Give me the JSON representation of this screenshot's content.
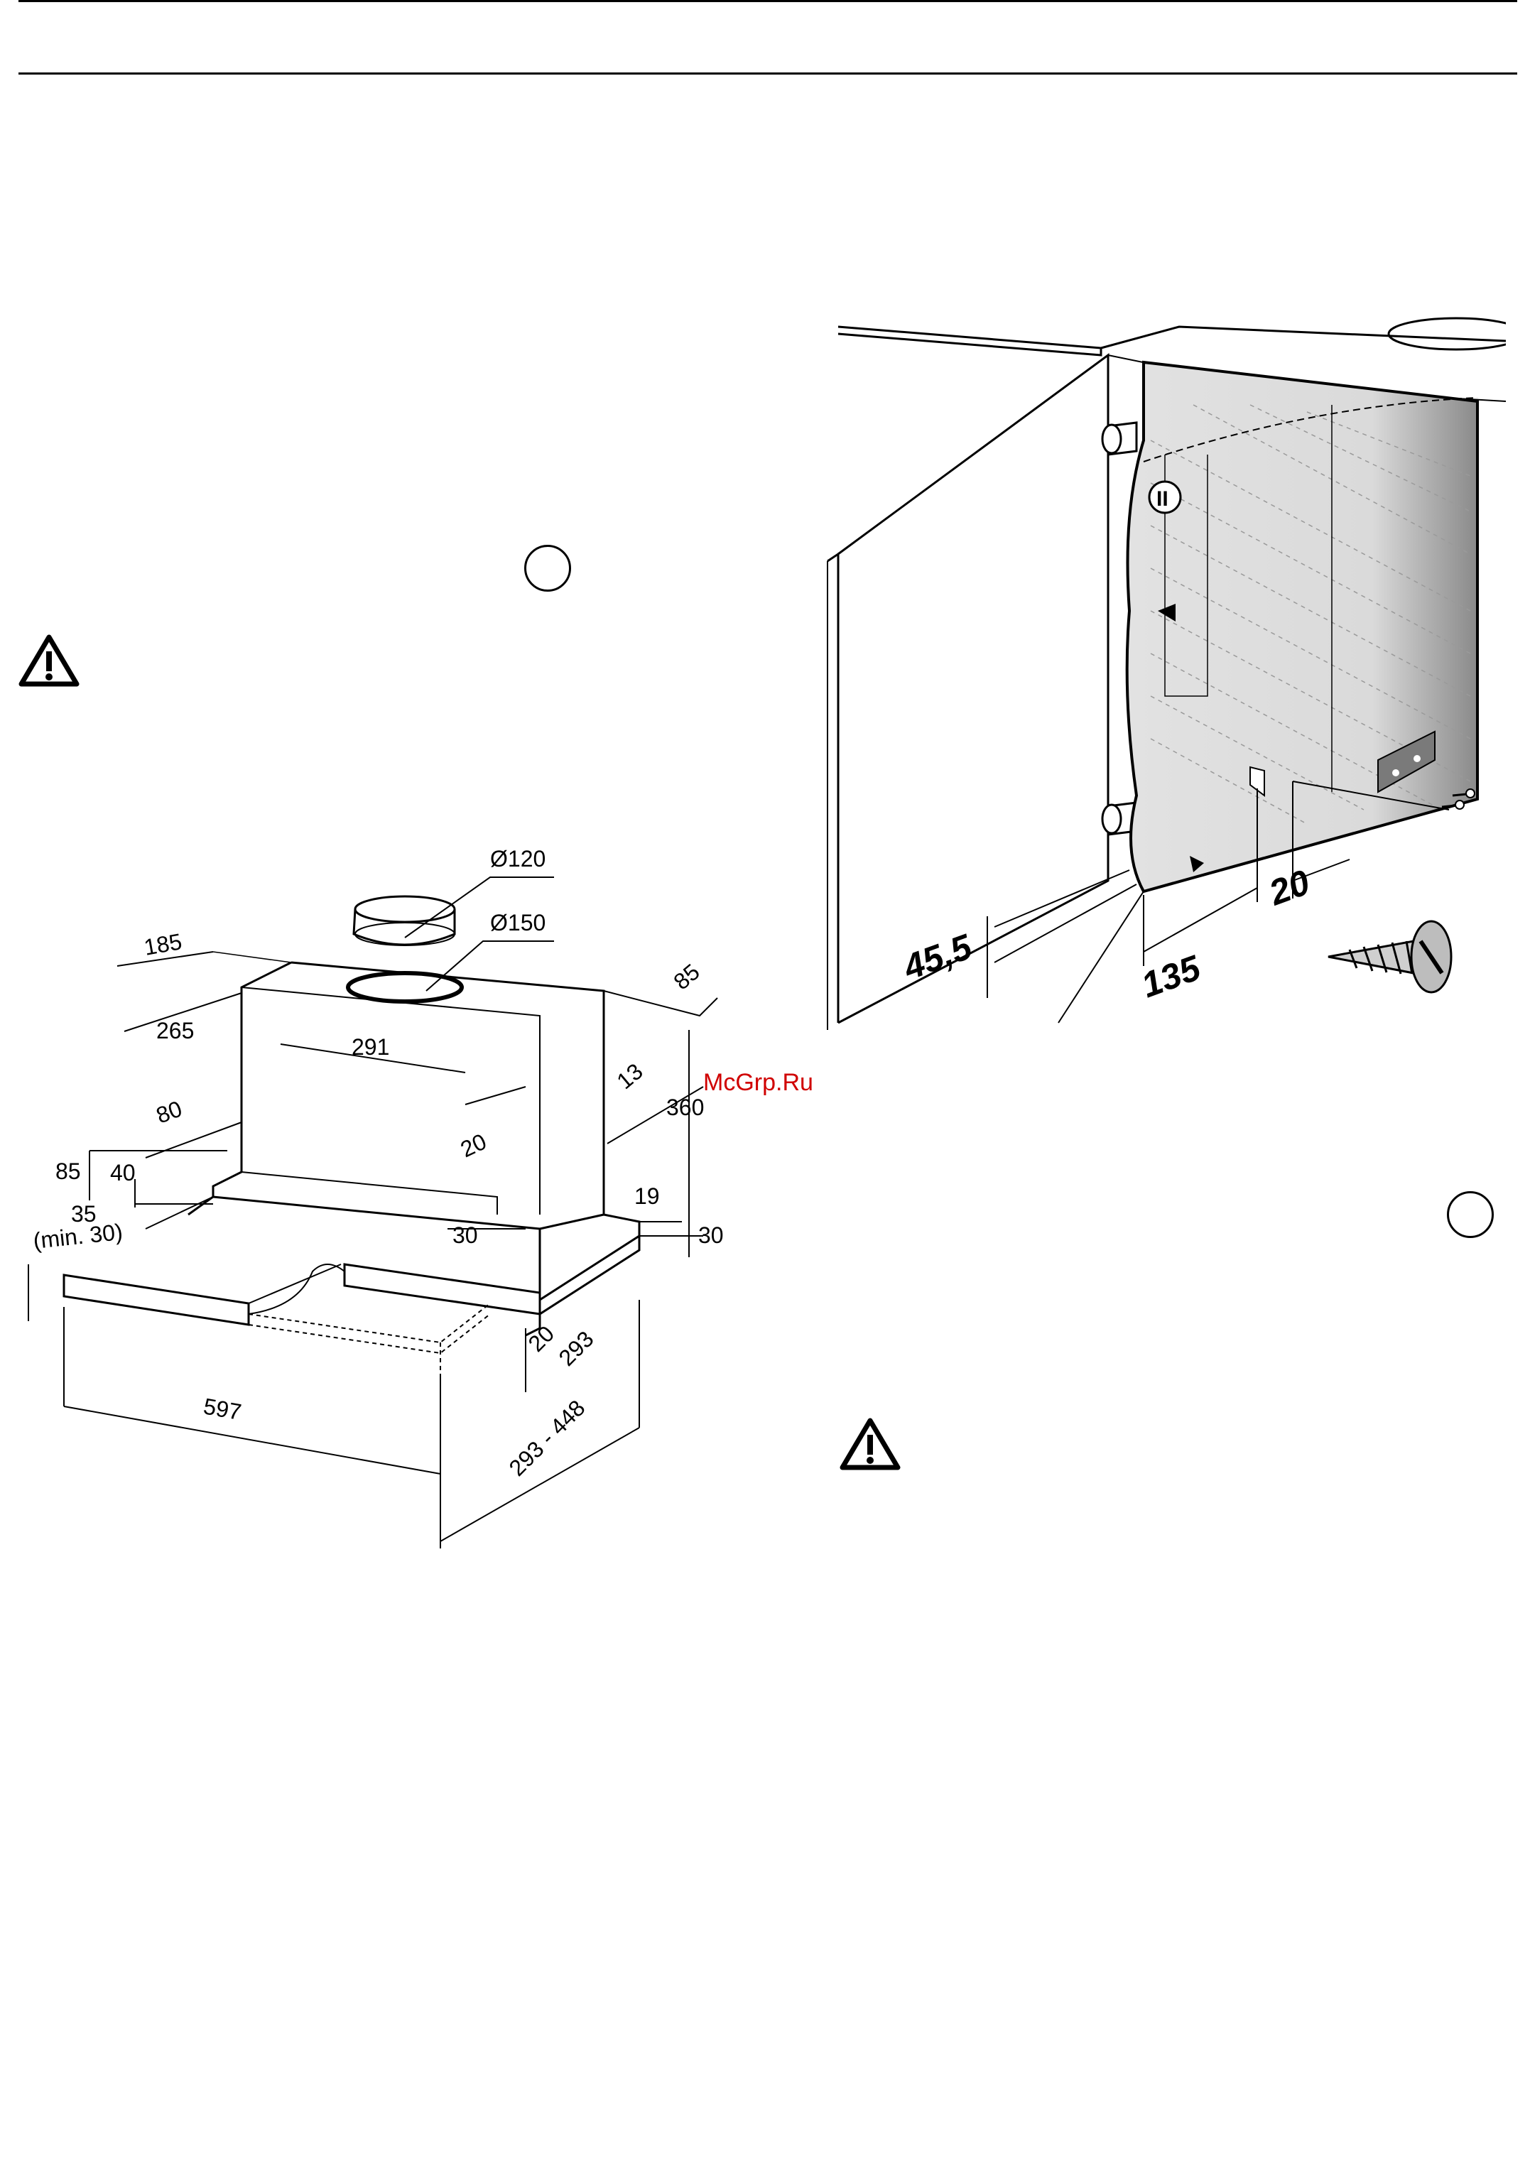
{
  "watermark": "McGrp.Ru",
  "hood_drawing": {
    "dim_diameter_small": "Ø120",
    "dim_diameter_large": "Ø150",
    "dim_185": "185",
    "dim_85_top": "85",
    "dim_265": "265",
    "dim_291": "291",
    "dim_13": "13",
    "dim_360": "360",
    "dim_80": "80",
    "dim_85_left": "85",
    "dim_40": "40",
    "dim_20_inner": "20",
    "dim_35": "35",
    "dim_min30": "(min. 30)",
    "dim_19": "19",
    "dim_30_bottom": "30",
    "dim_30_right": "30",
    "dim_20_front": "20",
    "dim_293": "293",
    "dim_597": "597",
    "dim_293_448": "293 - 448"
  },
  "cabinet_drawing": {
    "dim_45_5": "45,5",
    "dim_135": "135",
    "dim_20": "20",
    "roman_marker": "II"
  },
  "icons": [
    "warning-triangle-icon",
    "screw-icon"
  ]
}
